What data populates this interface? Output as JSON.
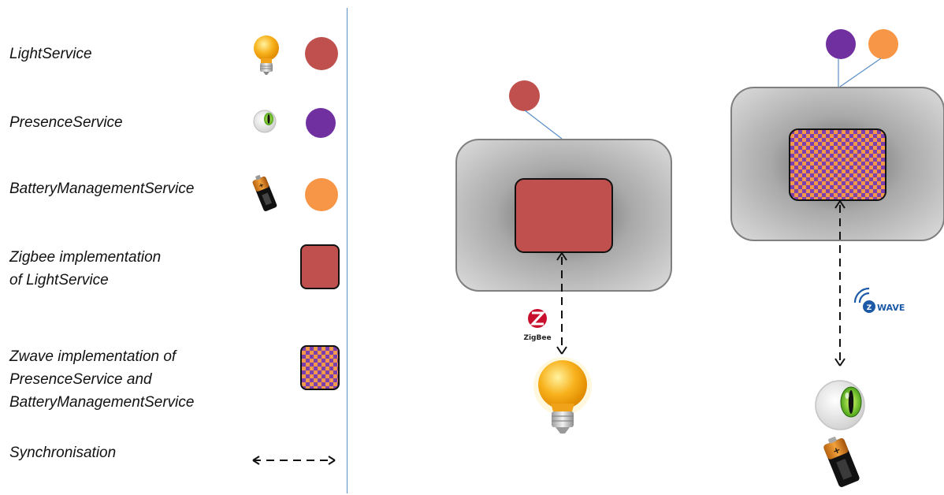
{
  "legend": {
    "items": [
      {
        "label": "LightService",
        "icon": "light-bulb-icon",
        "color": "#c0504d"
      },
      {
        "label": "PresenceService",
        "icon": "eye-sensor-icon",
        "color": "#7030a0"
      },
      {
        "label": "BatteryManagementService",
        "icon": "battery-icon",
        "color": "#f79646"
      }
    ],
    "zigbee_impl": {
      "line1": "Zigbee implementation",
      "line2": "of LightService",
      "color": "#c0504d"
    },
    "zwave_impl": {
      "line1": "Zwave implementation of",
      "line2": "PresenceService  and",
      "line3": "BatteryManagementService",
      "colors": [
        "#7030a0",
        "#f79646"
      ]
    },
    "sync": {
      "label": "Synchronisation",
      "icon": "double-arrow-icon"
    }
  },
  "diagram": {
    "zigbee_node": {
      "service_color": "#c0504d",
      "impl_color": "#c0504d",
      "protocol_logo": "ZigBee",
      "device_icon": "light-bulb-icon"
    },
    "zwave_node": {
      "service_colors": [
        "#7030a0",
        "#f79646"
      ],
      "protocol_logo": "ZWAVE",
      "device_icons": [
        "eye-sensor-icon",
        "battery-icon"
      ]
    }
  },
  "colors": {
    "gateway_border": "#7f7f7f",
    "wire": "#5b8fc7",
    "divider": "#5b8fc7"
  }
}
